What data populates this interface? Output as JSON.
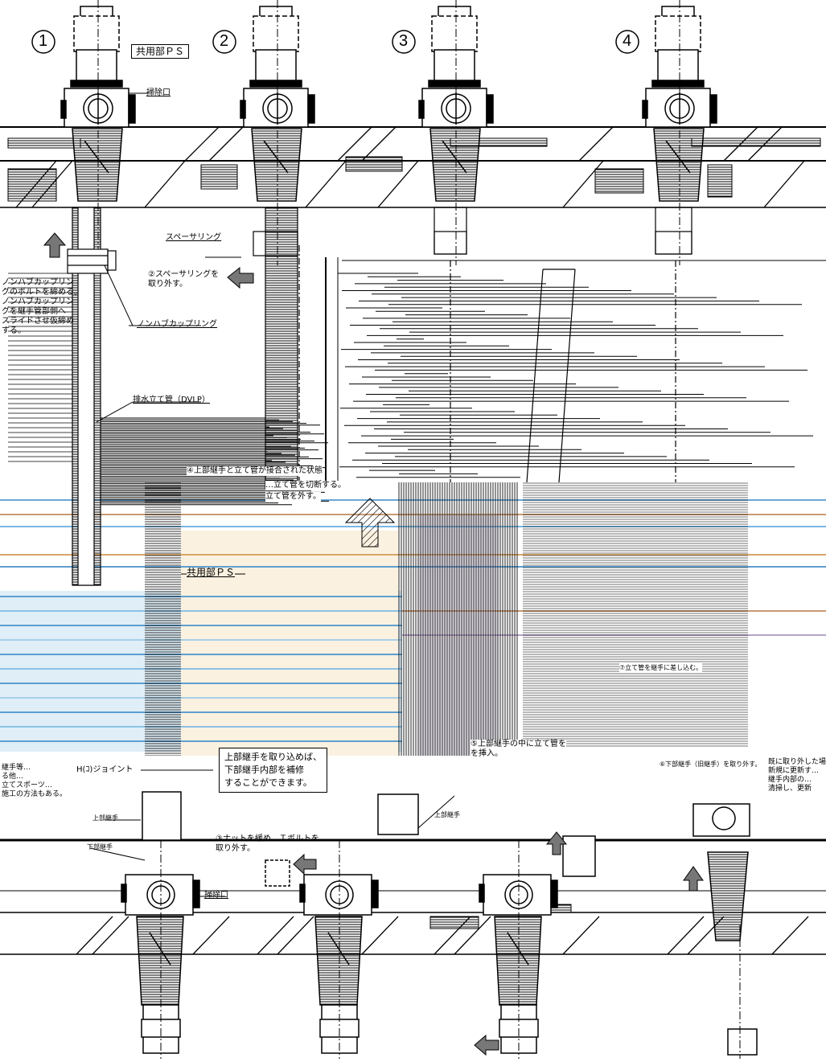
{
  "steps": [
    {
      "num": "1"
    },
    {
      "num": "2"
    },
    {
      "num": "3"
    },
    {
      "num": "4"
    }
  ],
  "labels": {
    "shared_ps_top": "共用部ＰＳ",
    "inspection_port_top": "掃除口",
    "spacer_ring": "スペーサリング",
    "remove_spacer": "②スペーサリングを\n取り外す。",
    "nohub_tighten": "ノンハブカップリン\nグのボルトを締める。\nノンハブカップリン\nグを継手管部側へ\nスライドさせ仮締め\nする。",
    "nohub_coupling": "ノンハブカップリング",
    "drain_riser": "排水立て管（DVLP）",
    "upper_fitting_remain": "④上部継手と立て管が接合された状態",
    "fitting_cut": "…立て管を切断する。",
    "remove_pipe": "立て管を外す。",
    "shared_ps_mid": "共用部ＰＳ",
    "note_upper_fitting": "上部継手を取り込めば、\n下部継手内部を補修\nすることができます。",
    "h_joint": "H(ｺ)ジョイント",
    "upper_fitting": "上部継手",
    "lower_fitting": "下部継手",
    "remove_nut": "③ナットを緩め、Ｔボルトを\n取り外す。",
    "inspection_port_bot": "掃除口",
    "insert_upper": "⑤上部継手の中に立て管を\nを挿入。",
    "remove_lower": "⑥下部継手（旧継手）を取り外す。",
    "upper_fitting_3": "上部継手",
    "set_fitting": "⑦立て管を継手に差し込む。",
    "left_cut_note": "継手等…\nる他…\n立てスポーツ…\n施工の方法もある。",
    "right_cut_note": "既に取り外した場合\n新規に更新す…\n継手内部の…\n清掃し、更新"
  }
}
